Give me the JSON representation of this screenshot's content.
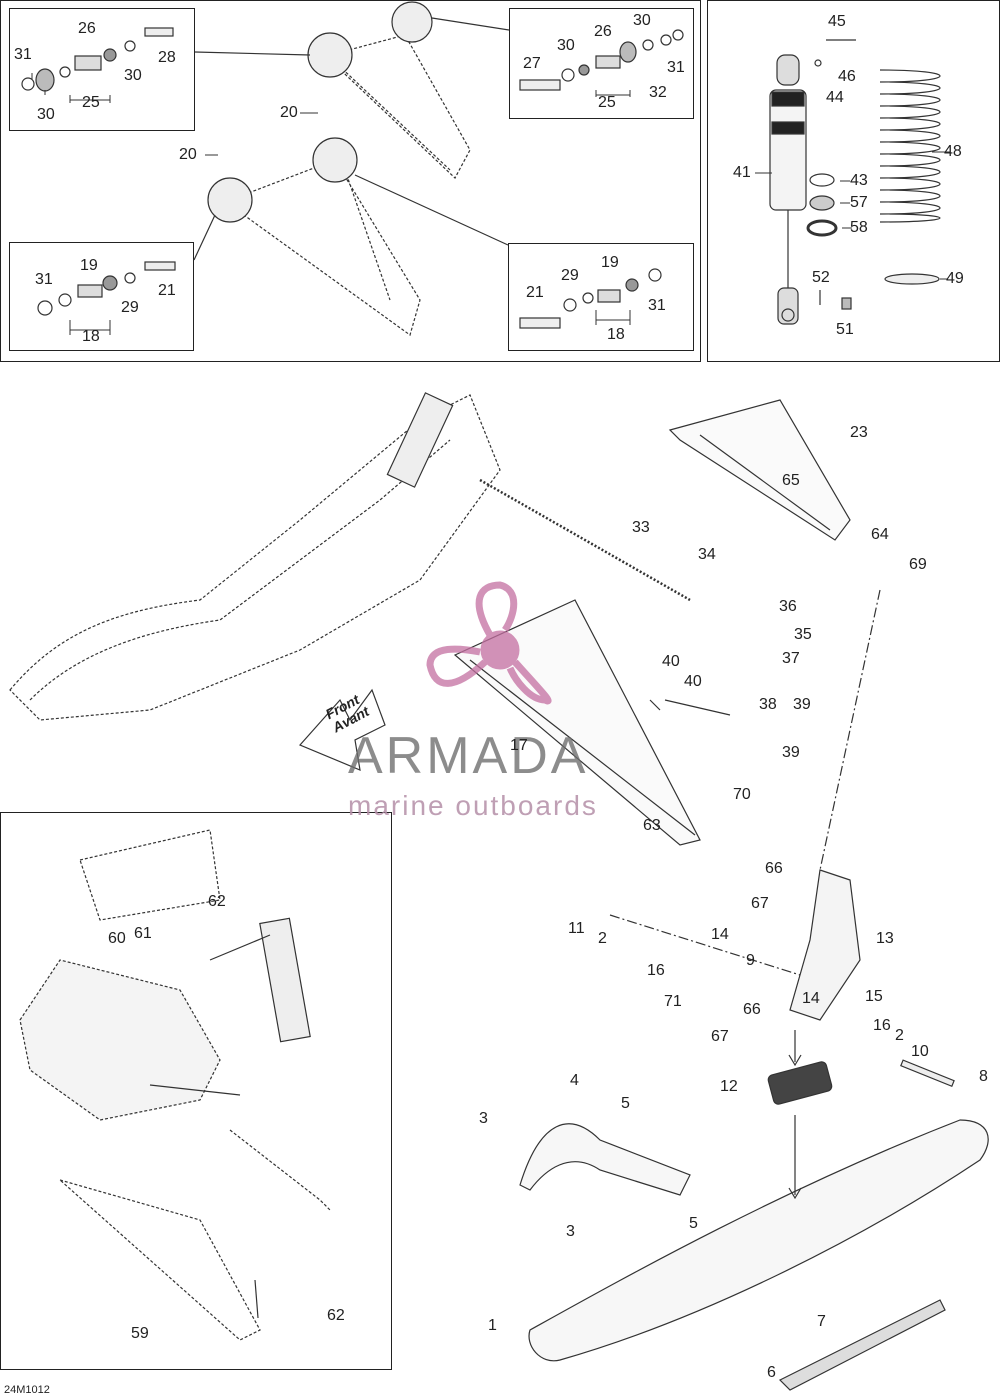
{
  "diagram": {
    "code": "24M1012",
    "front_label": "Front",
    "avant_label": "Avant"
  },
  "watermark": {
    "brand": "ARMADA",
    "tagline": "marine outboards",
    "color": "#c46fa1"
  },
  "callouts": {
    "panel_a": [
      "31",
      "26",
      "30",
      "28",
      "25",
      "30"
    ],
    "panel_b": [
      "27",
      "30",
      "26",
      "30",
      "31",
      "32",
      "25"
    ],
    "panel_top_mid": [
      "20",
      "20"
    ],
    "panel_c": [
      "31",
      "19",
      "29",
      "21",
      "18"
    ],
    "panel_d": [
      "21",
      "29",
      "19",
      "31",
      "18"
    ],
    "panel_shock": [
      "45",
      "46",
      "44",
      "48",
      "41",
      "43",
      "57",
      "58",
      "52",
      "49",
      "51"
    ],
    "main": [
      "23",
      "65",
      "64",
      "69",
      "33",
      "34",
      "36",
      "35",
      "40",
      "37",
      "40",
      "38",
      "39",
      "39",
      "17",
      "70",
      "63",
      "66",
      "67",
      "13",
      "11",
      "2",
      "14",
      "9",
      "16",
      "71",
      "66",
      "14",
      "15",
      "67",
      "16",
      "2",
      "10",
      "12",
      "8",
      "4",
      "5",
      "3",
      "5",
      "3",
      "1",
      "7",
      "6"
    ],
    "inset": [
      "62",
      "60",
      "61",
      "62",
      "59"
    ]
  }
}
